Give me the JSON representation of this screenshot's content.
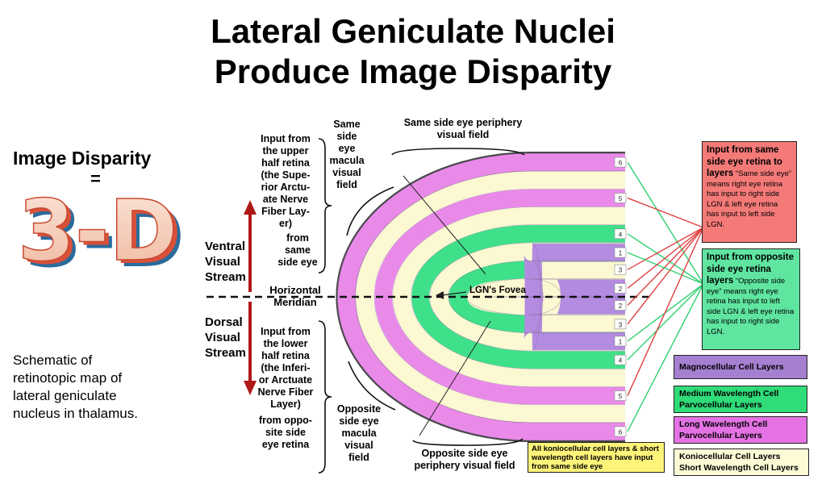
{
  "title": {
    "line1": "Lateral Geniculate Nuclei",
    "line2": "Produce Image Disparity"
  },
  "left": {
    "image_disparity": "Image Disparity",
    "equals": "=",
    "three_d": "3-D",
    "schematic": [
      "Schematic of",
      "retinotopic map of",
      "lateral geniculate",
      "nucleus in thalamus."
    ]
  },
  "streams": {
    "ventral": [
      "Ventral",
      "Visual",
      "Stream"
    ],
    "dorsal": [
      "Dorsal",
      "Visual",
      "Stream"
    ],
    "horizontal_meridian": [
      "Horizontal",
      "Meridian"
    ]
  },
  "labels": {
    "upper_input": [
      "Input from",
      "the upper",
      "half retina",
      "(the Supe-",
      "rior Arctu-",
      "ate Nerve",
      "Fiber Lay-",
      "er)"
    ],
    "from_same_side": [
      "from",
      "same",
      "side eye"
    ],
    "same_side_macula": [
      "Same",
      "side",
      "eye",
      "macula",
      "visual",
      "field"
    ],
    "same_side_periphery": [
      "Same side eye periphery",
      "visual field"
    ],
    "lower_input": [
      "Input from",
      "the lower",
      "half retina",
      "(the Inferi-",
      "or Arctuate",
      "Nerve Fiber",
      "Layer)"
    ],
    "from_opposite_side": [
      "from oppo-",
      "site side",
      "eye retina"
    ],
    "opposite_side_macula": [
      "Opposite",
      "side eye",
      "macula",
      "visual",
      "field"
    ],
    "opposite_side_periphery": [
      "Opposite side eye",
      "periphery visual field"
    ],
    "lgn_fovea": "LGN's Fovea"
  },
  "layer_numbers_top": [
    "6",
    "5",
    "4",
    "3",
    "2",
    "1"
  ],
  "layer_numbers_bottom": [
    "1",
    "2",
    "3",
    "4",
    "5",
    "6"
  ],
  "info_boxes": {
    "same_side": {
      "heading": "Input from same side eye retina to layers",
      "body": "“Same side eye” means right eye retina has input to right side LGN & left eye retina has input to left side LGN.",
      "color": "#f47a78"
    },
    "opposite_side": {
      "heading": "Input from opposite side eye retina layers",
      "body": "“Opposite side eye” means right eye retina has input to left side LGN & left eye retina has input to right side LGN.",
      "color": "#5fe5a0"
    },
    "koniocellular_note": {
      "text": "All koniocellular cell layers & short wavelength cell layers have input from same side eye",
      "color": "#fff47a"
    }
  },
  "legend": [
    {
      "lines": [
        "Magnocellular Cell Layers"
      ],
      "color": "#a57fd0"
    },
    {
      "lines": [
        "Medium Wavelength Cell",
        "Parvocellular Layers"
      ],
      "color": "#2fdc78"
    },
    {
      "lines": [
        "Long Wavelength Cell",
        "Parvocellular Layers"
      ],
      "color": "#e472e4"
    },
    {
      "lines": [
        "Koniocellular Cell Layers",
        "Short Wavelength Cell Layers"
      ],
      "color": "#fdfbd6"
    }
  ],
  "colors": {
    "magno": "#b38be0",
    "medium": "#3fe08a",
    "long": "#e98ae9",
    "konio": "#fbf8d2",
    "arrow": "#b01818",
    "red_line": "#e04040",
    "green_line": "#2fd070"
  }
}
